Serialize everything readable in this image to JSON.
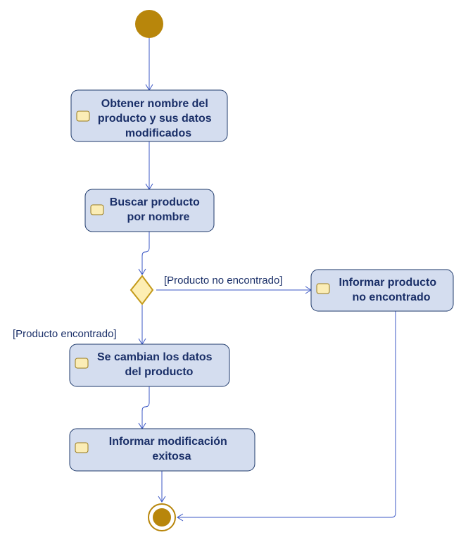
{
  "diagram": {
    "colors": {
      "node_fill": "#d4ddef",
      "node_border": "#1f3a6b",
      "text": "#1a2f68",
      "edge": "#3b57c4",
      "initial_node": "#b8860b",
      "decision_fill": "#fdeeb3",
      "decision_border": "#c49a1a"
    },
    "actions": {
      "obtener": {
        "lines": [
          "Obtener nombre del",
          "producto y sus datos",
          "modificados"
        ]
      },
      "buscar": {
        "lines": [
          "Buscar producto",
          "por nombre"
        ]
      },
      "cambiar": {
        "lines": [
          "Se cambian los datos",
          "del producto"
        ]
      },
      "informar_mod": {
        "lines": [
          "Informar modificación",
          "exitosa"
        ]
      },
      "informar_no": {
        "lines": [
          "Informar producto",
          "no encontrado"
        ]
      }
    },
    "guards": {
      "no_encontrado": "[Producto no encontrado]",
      "encontrado": "[Producto encontrado]"
    }
  }
}
